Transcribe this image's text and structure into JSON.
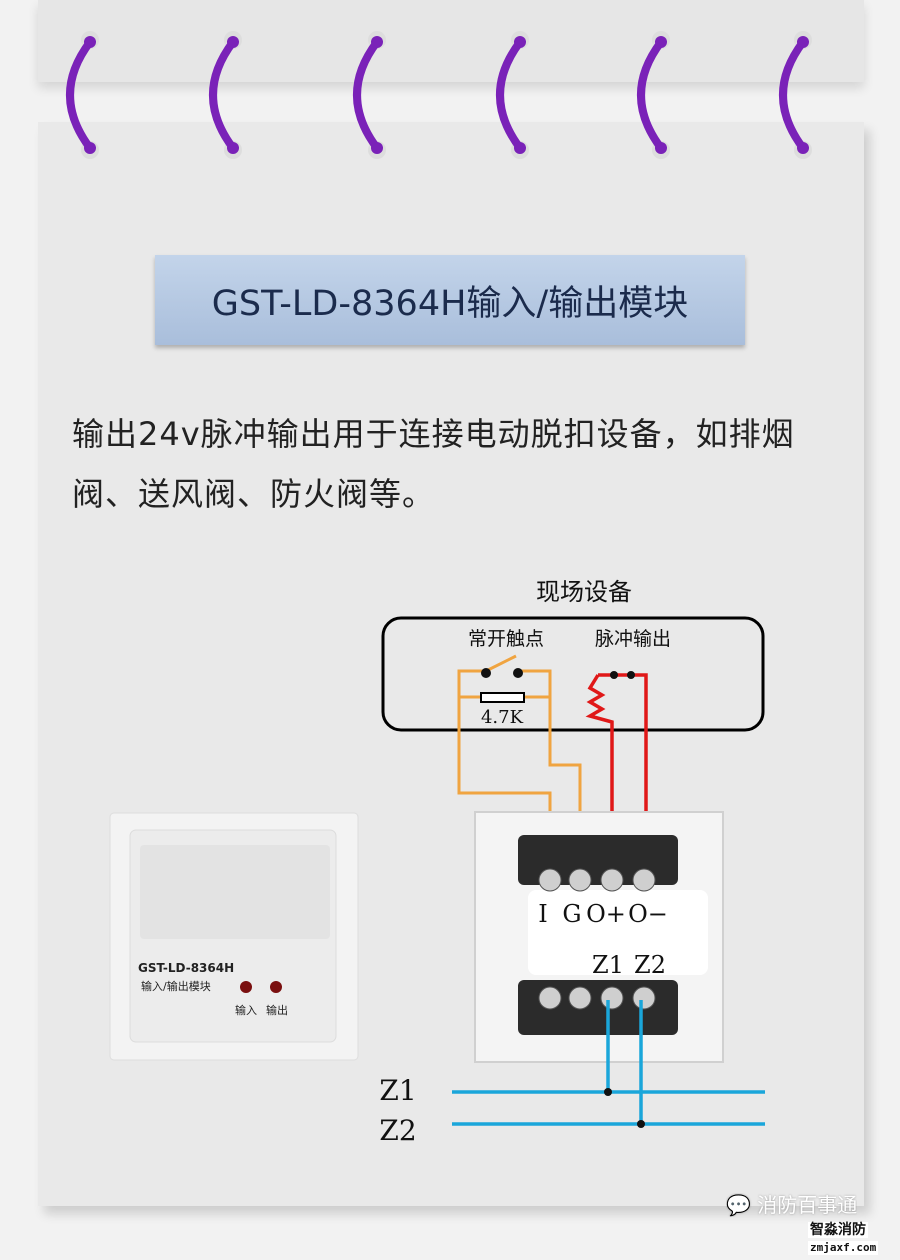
{
  "title": "GST-LD-8364H输入/输出模块",
  "description": "输出24v脉冲输出用于连接电动脱扣设备，如排烟阀、送风阀、防火阀等。",
  "diagram": {
    "field_device_label": "现场设备",
    "no_contact_label": "常开触点",
    "pulse_output_label": "脉冲输出",
    "resistor_label": "4.7K",
    "terminals_top": [
      "I",
      "G",
      "O+",
      "O−"
    ],
    "terminals_bottom": [
      "Z1",
      "Z2"
    ],
    "bus_lines": [
      "Z1",
      "Z2"
    ],
    "device_model": "GST-LD-8364H",
    "device_name": "输入/输出模块",
    "led_input": "输入",
    "led_output": "输出",
    "colors": {
      "contact_wire": "#f0a440",
      "pulse_wire": "#e01818",
      "bus_wire": "#1aa6da",
      "rings": "#7a22b8"
    }
  },
  "watermark": {
    "account": "消防百事通",
    "brand": "智淼消防",
    "url": "zmjaxf.com"
  }
}
